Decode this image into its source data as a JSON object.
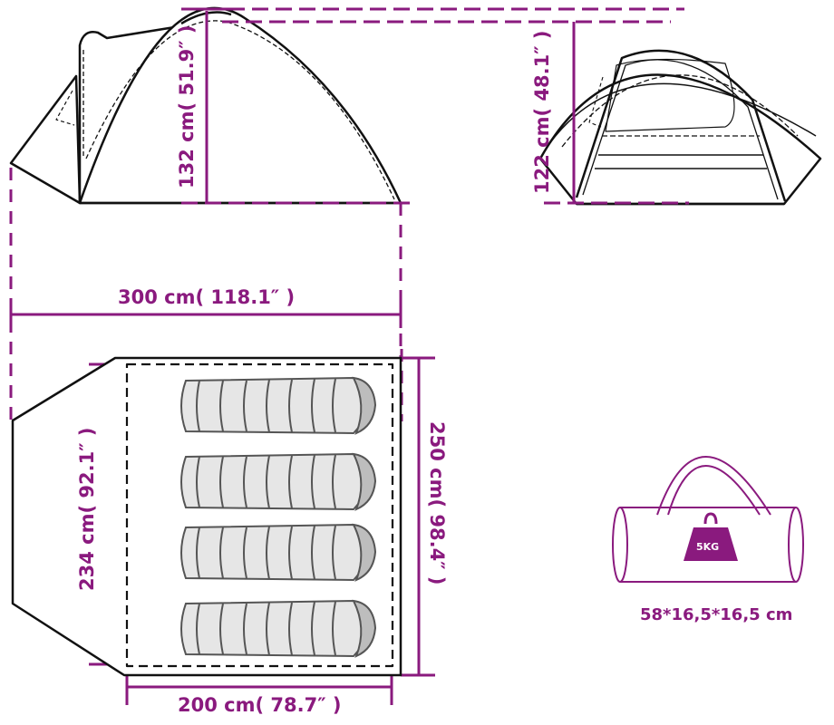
{
  "colors": {
    "dimension": "#8a1a7e",
    "outline": "#111111",
    "sleeping_bag_fill": "#e6e6e6",
    "sleeping_bag_head": "#bdbdbd",
    "weight_fill": "#8a1a7e"
  },
  "side_view": {
    "height_label": "132 cm( 51.9″ )"
  },
  "front_view": {
    "height_label": "122 cm( 48.1″ )"
  },
  "length_dimension": {
    "label": "300 cm( 118.1″  )"
  },
  "floor_plan": {
    "vestibule_width_label": "234 cm( 92.1″  )",
    "total_width_label": "250 cm( 98.4″  )",
    "inner_length_label": "200 cm( 78.7″  )",
    "sleeping_bags": 4
  },
  "carry_bag": {
    "weight_label": "5KG",
    "size_label": "58*16,5*16,5 cm"
  }
}
